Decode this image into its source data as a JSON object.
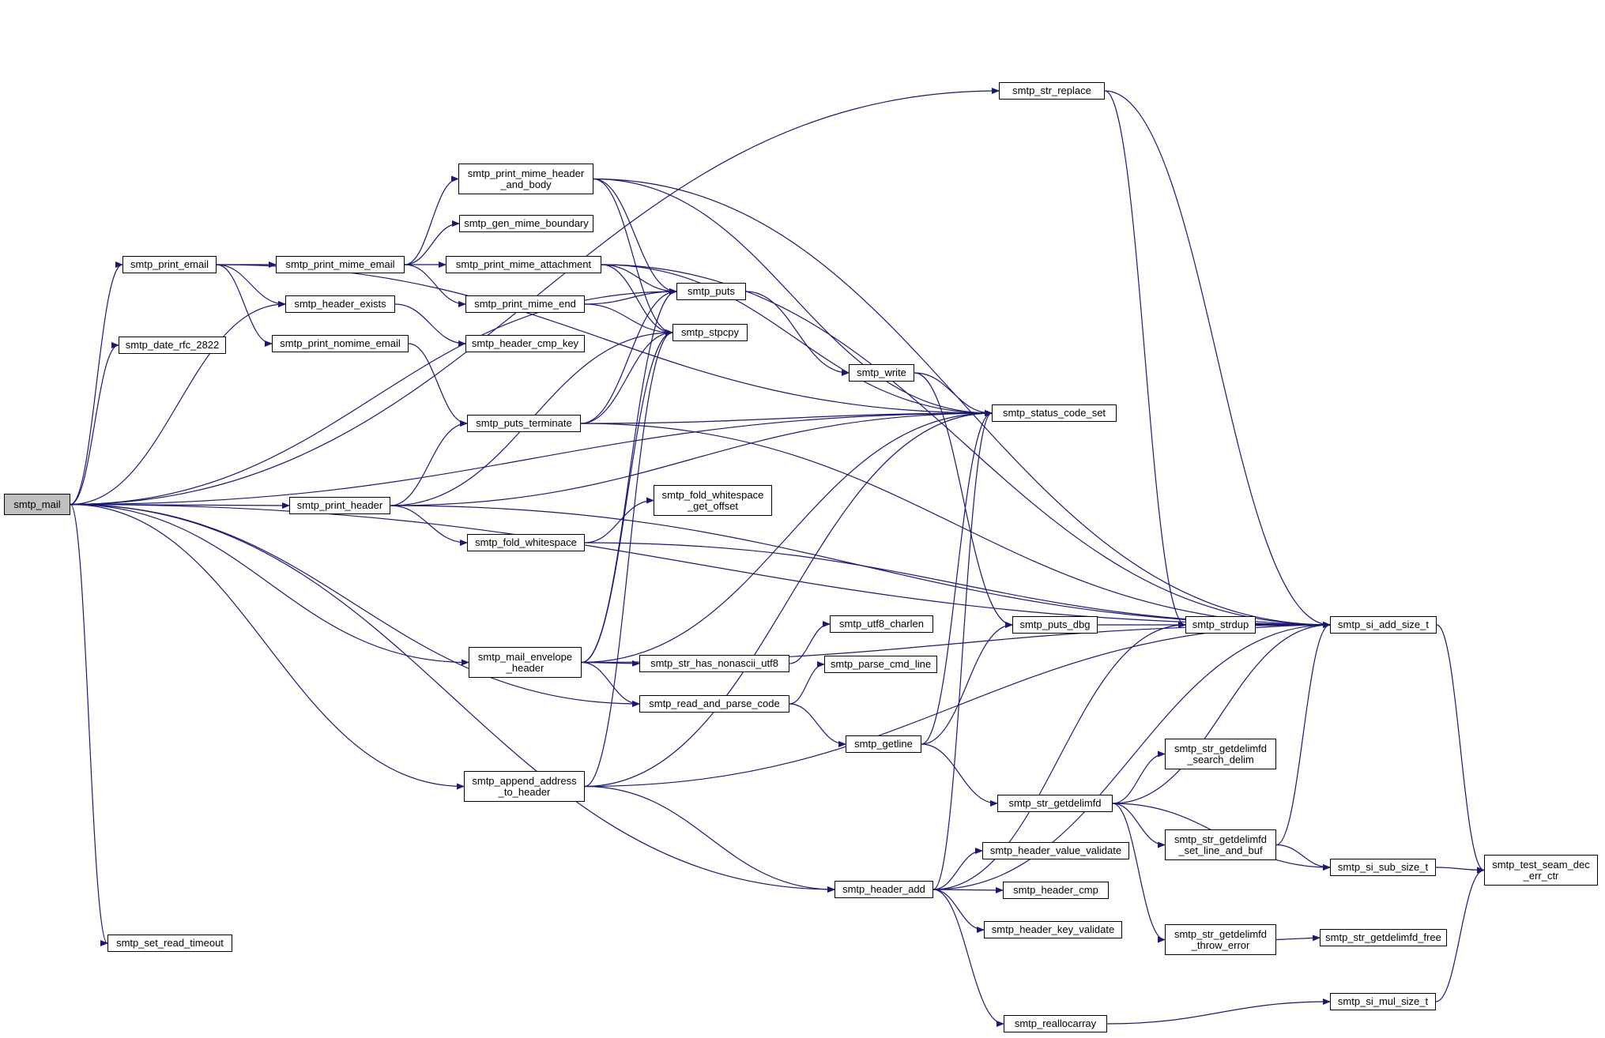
{
  "colors": {
    "edge": "#191970",
    "node_border": "#000000",
    "root_fill": "#bfbfbf",
    "node_fill": "#ffffff"
  },
  "nodes": {
    "smtp_mail": [
      "smtp_mail"
    ],
    "smtp_print_email": [
      "smtp_print_email"
    ],
    "smtp_date_rfc_2822": [
      "smtp_date_rfc_2822"
    ],
    "smtp_print_header": [
      "smtp_print_header"
    ],
    "smtp_mail_envelope_header": [
      "smtp_mail_envelope",
      "_header"
    ],
    "smtp_append_address_to_header": [
      "smtp_append_address",
      "_to_header"
    ],
    "smtp_set_read_timeout": [
      "smtp_set_read_timeout"
    ],
    "smtp_print_mime_email": [
      "smtp_print_mime_email"
    ],
    "smtp_header_exists": [
      "smtp_header_exists"
    ],
    "smtp_print_nomime_email": [
      "smtp_print_nomime_email"
    ],
    "smtp_print_mime_header_and_body": [
      "smtp_print_mime_header",
      "_and_body"
    ],
    "smtp_gen_mime_boundary": [
      "smtp_gen_mime_boundary"
    ],
    "smtp_print_mime_attachment": [
      "smtp_print_mime_attachment"
    ],
    "smtp_print_mime_end": [
      "smtp_print_mime_end"
    ],
    "smtp_header_cmp_key": [
      "smtp_header_cmp_key"
    ],
    "smtp_puts_terminate": [
      "smtp_puts_terminate"
    ],
    "smtp_fold_whitespace": [
      "smtp_fold_whitespace"
    ],
    "smtp_str_has_nonascii_utf8": [
      "smtp_str_has_nonascii_utf8"
    ],
    "smtp_read_and_parse_code": [
      "smtp_read_and_parse_code"
    ],
    "smtp_puts": [
      "smtp_puts"
    ],
    "smtp_stpcpy": [
      "smtp_stpcpy"
    ],
    "smtp_fold_whitespace_get_offset": [
      "smtp_fold_whitespace",
      "_get_offset"
    ],
    "smtp_utf8_charlen": [
      "smtp_utf8_charlen"
    ],
    "smtp_parse_cmd_line": [
      "smtp_parse_cmd_line"
    ],
    "smtp_write": [
      "smtp_write"
    ],
    "smtp_getline": [
      "smtp_getline"
    ],
    "smtp_header_add": [
      "smtp_header_add"
    ],
    "smtp_header_value_validate": [
      "smtp_header_value_validate"
    ],
    "smtp_header_cmp": [
      "smtp_header_cmp"
    ],
    "smtp_header_key_validate": [
      "smtp_header_key_validate"
    ],
    "smtp_reallocarray": [
      "smtp_reallocarray"
    ],
    "smtp_str_replace": [
      "smtp_str_replace"
    ],
    "smtp_status_code_set": [
      "smtp_status_code_set"
    ],
    "smtp_puts_dbg": [
      "smtp_puts_dbg"
    ],
    "smtp_str_getdelimfd": [
      "smtp_str_getdelimfd"
    ],
    "smtp_strdup": [
      "smtp_strdup"
    ],
    "smtp_str_getdelimfd_search_delim": [
      "smtp_str_getdelimfd",
      "_search_delim"
    ],
    "smtp_str_getdelimfd_set_line_and_buf": [
      "smtp_str_getdelimfd",
      "_set_line_and_buf"
    ],
    "smtp_str_getdelimfd_throw_error": [
      "smtp_str_getdelimfd",
      "_throw_error"
    ],
    "smtp_si_add_size_t": [
      "smtp_si_add_size_t"
    ],
    "smtp_si_sub_size_t": [
      "smtp_si_sub_size_t"
    ],
    "smtp_str_getdelimfd_free": [
      "smtp_str_getdelimfd_free"
    ],
    "smtp_si_mul_size_t": [
      "smtp_si_mul_size_t"
    ],
    "smtp_test_seam_dec_err_ctr": [
      "smtp_test_seam_dec",
      "_err_ctr"
    ]
  },
  "edges": [
    [
      "smtp_mail",
      "smtp_print_email"
    ],
    [
      "smtp_mail",
      "smtp_date_rfc_2822"
    ],
    [
      "smtp_mail",
      "smtp_print_header"
    ],
    [
      "smtp_mail",
      "smtp_mail_envelope_header"
    ],
    [
      "smtp_mail",
      "smtp_append_address_to_header"
    ],
    [
      "smtp_mail",
      "smtp_set_read_timeout"
    ],
    [
      "smtp_mail",
      "smtp_header_add"
    ],
    [
      "smtp_mail",
      "smtp_header_exists"
    ],
    [
      "smtp_mail",
      "smtp_read_and_parse_code"
    ],
    [
      "smtp_mail",
      "smtp_puts"
    ],
    [
      "smtp_mail",
      "smtp_str_replace"
    ],
    [
      "smtp_mail",
      "smtp_status_code_set"
    ],
    [
      "smtp_mail",
      "smtp_si_add_size_t"
    ],
    [
      "smtp_print_email",
      "smtp_print_mime_email"
    ],
    [
      "smtp_print_email",
      "smtp_header_exists"
    ],
    [
      "smtp_print_email",
      "smtp_print_nomime_email"
    ],
    [
      "smtp_print_email",
      "smtp_status_code_set"
    ],
    [
      "smtp_print_mime_email",
      "smtp_print_mime_header_and_body"
    ],
    [
      "smtp_print_mime_email",
      "smtp_gen_mime_boundary"
    ],
    [
      "smtp_print_mime_email",
      "smtp_print_mime_attachment"
    ],
    [
      "smtp_print_mime_email",
      "smtp_print_mime_end"
    ],
    [
      "smtp_print_mime_header_and_body",
      "smtp_puts"
    ],
    [
      "smtp_print_mime_header_and_body",
      "smtp_stpcpy"
    ],
    [
      "smtp_print_mime_header_and_body",
      "smtp_status_code_set"
    ],
    [
      "smtp_print_mime_header_and_body",
      "smtp_si_add_size_t"
    ],
    [
      "smtp_print_mime_attachment",
      "smtp_puts"
    ],
    [
      "smtp_print_mime_attachment",
      "smtp_stpcpy"
    ],
    [
      "smtp_print_mime_attachment",
      "smtp_status_code_set"
    ],
    [
      "smtp_print_mime_attachment",
      "smtp_si_add_size_t"
    ],
    [
      "smtp_print_mime_end",
      "smtp_puts"
    ],
    [
      "smtp_print_mime_end",
      "smtp_stpcpy"
    ],
    [
      "smtp_header_exists",
      "smtp_header_cmp_key"
    ],
    [
      "smtp_print_nomime_email",
      "smtp_puts_terminate"
    ],
    [
      "smtp_puts_terminate",
      "smtp_puts"
    ],
    [
      "smtp_puts_terminate",
      "smtp_stpcpy"
    ],
    [
      "smtp_puts_terminate",
      "smtp_status_code_set"
    ],
    [
      "smtp_puts_terminate",
      "smtp_si_add_size_t"
    ],
    [
      "smtp_print_header",
      "smtp_puts_terminate"
    ],
    [
      "smtp_print_header",
      "smtp_fold_whitespace"
    ],
    [
      "smtp_print_header",
      "smtp_stpcpy"
    ],
    [
      "smtp_print_header",
      "smtp_status_code_set"
    ],
    [
      "smtp_print_header",
      "smtp_si_add_size_t"
    ],
    [
      "smtp_fold_whitespace",
      "smtp_fold_whitespace_get_offset"
    ],
    [
      "smtp_fold_whitespace",
      "smtp_si_add_size_t"
    ],
    [
      "smtp_mail_envelope_header",
      "smtp_str_has_nonascii_utf8"
    ],
    [
      "smtp_mail_envelope_header",
      "smtp_read_and_parse_code"
    ],
    [
      "smtp_mail_envelope_header",
      "smtp_puts"
    ],
    [
      "smtp_mail_envelope_header",
      "smtp_stpcpy"
    ],
    [
      "smtp_mail_envelope_header",
      "smtp_status_code_set"
    ],
    [
      "smtp_mail_envelope_header",
      "smtp_si_add_size_t"
    ],
    [
      "smtp_str_has_nonascii_utf8",
      "smtp_utf8_charlen"
    ],
    [
      "smtp_read_and_parse_code",
      "smtp_parse_cmd_line"
    ],
    [
      "smtp_read_and_parse_code",
      "smtp_getline"
    ],
    [
      "smtp_append_address_to_header",
      "smtp_header_add"
    ],
    [
      "smtp_append_address_to_header",
      "smtp_stpcpy"
    ],
    [
      "smtp_append_address_to_header",
      "smtp_status_code_set"
    ],
    [
      "smtp_append_address_to_header",
      "smtp_si_add_size_t"
    ],
    [
      "smtp_puts",
      "smtp_write"
    ],
    [
      "smtp_write",
      "smtp_status_code_set"
    ],
    [
      "smtp_write",
      "smtp_puts_dbg"
    ],
    [
      "smtp_getline",
      "smtp_puts_dbg"
    ],
    [
      "smtp_getline",
      "smtp_status_code_set"
    ],
    [
      "smtp_getline",
      "smtp_str_getdelimfd"
    ],
    [
      "smtp_header_add",
      "smtp_header_value_validate"
    ],
    [
      "smtp_header_add",
      "smtp_header_cmp"
    ],
    [
      "smtp_header_add",
      "smtp_header_key_validate"
    ],
    [
      "smtp_header_add",
      "smtp_reallocarray"
    ],
    [
      "smtp_header_add",
      "smtp_strdup"
    ],
    [
      "smtp_header_add",
      "smtp_status_code_set"
    ],
    [
      "smtp_header_add",
      "smtp_si_add_size_t"
    ],
    [
      "smtp_str_replace",
      "smtp_strdup"
    ],
    [
      "smtp_str_replace",
      "smtp_si_add_size_t"
    ],
    [
      "smtp_puts_dbg",
      "smtp_strdup"
    ],
    [
      "smtp_strdup",
      "smtp_si_add_size_t"
    ],
    [
      "smtp_str_getdelimfd",
      "smtp_str_getdelimfd_search_delim"
    ],
    [
      "smtp_str_getdelimfd",
      "smtp_str_getdelimfd_set_line_and_buf"
    ],
    [
      "smtp_str_getdelimfd",
      "smtp_str_getdelimfd_throw_error"
    ],
    [
      "smtp_str_getdelimfd",
      "smtp_si_add_size_t"
    ],
    [
      "smtp_str_getdelimfd",
      "smtp_si_sub_size_t"
    ],
    [
      "smtp_str_getdelimfd_set_line_and_buf",
      "smtp_si_add_size_t"
    ],
    [
      "smtp_str_getdelimfd_set_line_and_buf",
      "smtp_si_sub_size_t"
    ],
    [
      "smtp_str_getdelimfd_throw_error",
      "smtp_str_getdelimfd_free"
    ],
    [
      "smtp_reallocarray",
      "smtp_si_mul_size_t"
    ],
    [
      "smtp_si_add_size_t",
      "smtp_test_seam_dec_err_ctr"
    ],
    [
      "smtp_si_sub_size_t",
      "smtp_test_seam_dec_err_ctr"
    ],
    [
      "smtp_si_mul_size_t",
      "smtp_test_seam_dec_err_ctr"
    ]
  ]
}
